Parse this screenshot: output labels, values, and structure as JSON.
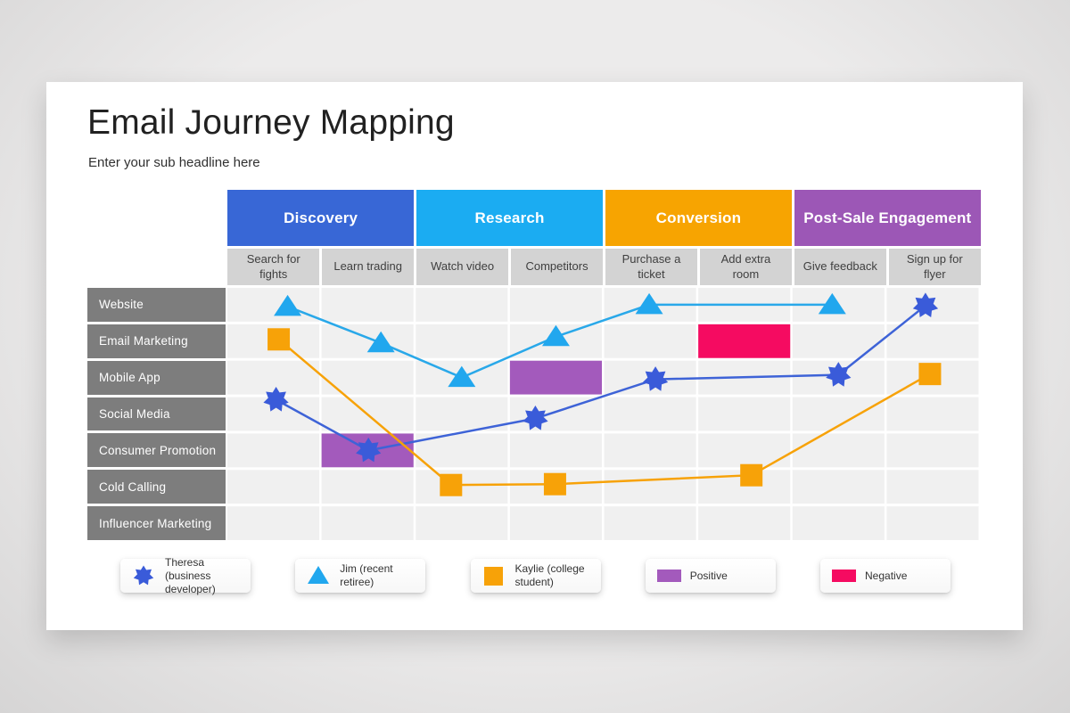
{
  "slide": {
    "title": "Email Journey Mapping",
    "subtitle": "Enter your sub headline here"
  },
  "table": {
    "phases": [
      {
        "label": "Discovery",
        "color": "#3867D6"
      },
      {
        "label": "Research",
        "color": "#1BACF2"
      },
      {
        "label": "Conversion",
        "color": "#F7A401"
      },
      {
        "label": "Post-Sale Engagement",
        "color": "#9C57B6"
      }
    ],
    "columns": [
      "Search for fights",
      "Learn trading",
      "Watch video",
      "Competitors",
      "Purchase a ticket",
      "Add extra room",
      "Give feedback",
      "Sign up for flyer"
    ],
    "rows": [
      "Website",
      "Email Marketing",
      "Mobile App",
      "Social Media",
      "Consumer Promotion",
      "Cold Calling",
      "Influencer Marketing"
    ],
    "row_label_bg": "#7D7D7D",
    "subheader_bg": "#D3D3D3",
    "cell_bg": "#F0F0F0"
  },
  "chart_data": {
    "type": "journey-map-matrix",
    "x_categories": [
      "Search for fights",
      "Learn trading",
      "Watch video",
      "Competitors",
      "Purchase a ticket",
      "Add extra room",
      "Give feedback",
      "Sign up for flyer"
    ],
    "y_categories": [
      "Website",
      "Email Marketing",
      "Mobile App",
      "Social Media",
      "Consumer Promotion",
      "Cold Calling",
      "Influencer Marketing"
    ],
    "highlights": [
      {
        "name": "Positive",
        "color": "#A35ABC",
        "cells": [
          {
            "col": 2,
            "row": 5
          },
          {
            "col": 4,
            "row": 3
          }
        ]
      },
      {
        "name": "Negative",
        "color": "#F50B61",
        "cells": [
          {
            "col": 6,
            "row": 2
          }
        ]
      }
    ],
    "series": [
      {
        "name": "Theresa (business developer)",
        "marker": "star",
        "color": "#3A5BD9",
        "line_color": "#3E63D7",
        "points": [
          {
            "col": 1,
            "row": 4,
            "dx": 3,
            "dy": -16
          },
          {
            "col": 2,
            "row": 5,
            "dx": 1,
            "dy": 0
          },
          {
            "col": 4,
            "row": 4,
            "dx": -23,
            "dy": 5
          },
          {
            "col": 5,
            "row": 3,
            "dx": 6,
            "dy": 2
          },
          {
            "col": 7,
            "row": 3,
            "dx": 0,
            "dy": -3
          },
          {
            "col": 8,
            "row": 1,
            "dx": -8,
            "dy": 1
          }
        ]
      },
      {
        "name": "Jim (recent retiree)",
        "marker": "triangle",
        "color": "#21A7EE",
        "line_color": "#29A8E9",
        "points": [
          {
            "col": 1,
            "row": 1,
            "dx": 16,
            "dy": 2
          },
          {
            "col": 2,
            "row": 2,
            "dx": 15,
            "dy": 2
          },
          {
            "col": 3,
            "row": 3,
            "dx": 0,
            "dy": 0
          },
          {
            "col": 4,
            "row": 2,
            "dx": 0,
            "dy": -5
          },
          {
            "col": 5,
            "row": 1,
            "dx": -1,
            "dy": 0
          },
          {
            "col": 7,
            "row": 1,
            "dx": -7,
            "dy": 0
          }
        ]
      },
      {
        "name": "Kaylie (college student)",
        "marker": "square",
        "color": "#F7A208",
        "line_color": "#F7A208",
        "points": [
          {
            "col": 1,
            "row": 2,
            "dx": 6,
            "dy": -2
          },
          {
            "col": 3,
            "row": 6,
            "dx": -12,
            "dy": -2
          },
          {
            "col": 4,
            "row": 6,
            "dx": -1,
            "dy": -3
          },
          {
            "col": 6,
            "row": 6,
            "dx": 8,
            "dy": -13
          },
          {
            "col": 8,
            "row": 3,
            "dx": -3,
            "dy": -4
          }
        ]
      }
    ]
  },
  "legend": [
    {
      "label": "Theresa (business developer)",
      "marker": "star",
      "color": "#3A5BD9"
    },
    {
      "label": "Jim (recent retiree)",
      "marker": "triangle",
      "color": "#21A7EE"
    },
    {
      "label": "Kaylie (college student)",
      "marker": "square",
      "color": "#F7A208"
    },
    {
      "label": "Positive",
      "marker": "rect",
      "color": "#A35ABC"
    },
    {
      "label": "Negative",
      "marker": "rect",
      "color": "#F50B61"
    }
  ]
}
